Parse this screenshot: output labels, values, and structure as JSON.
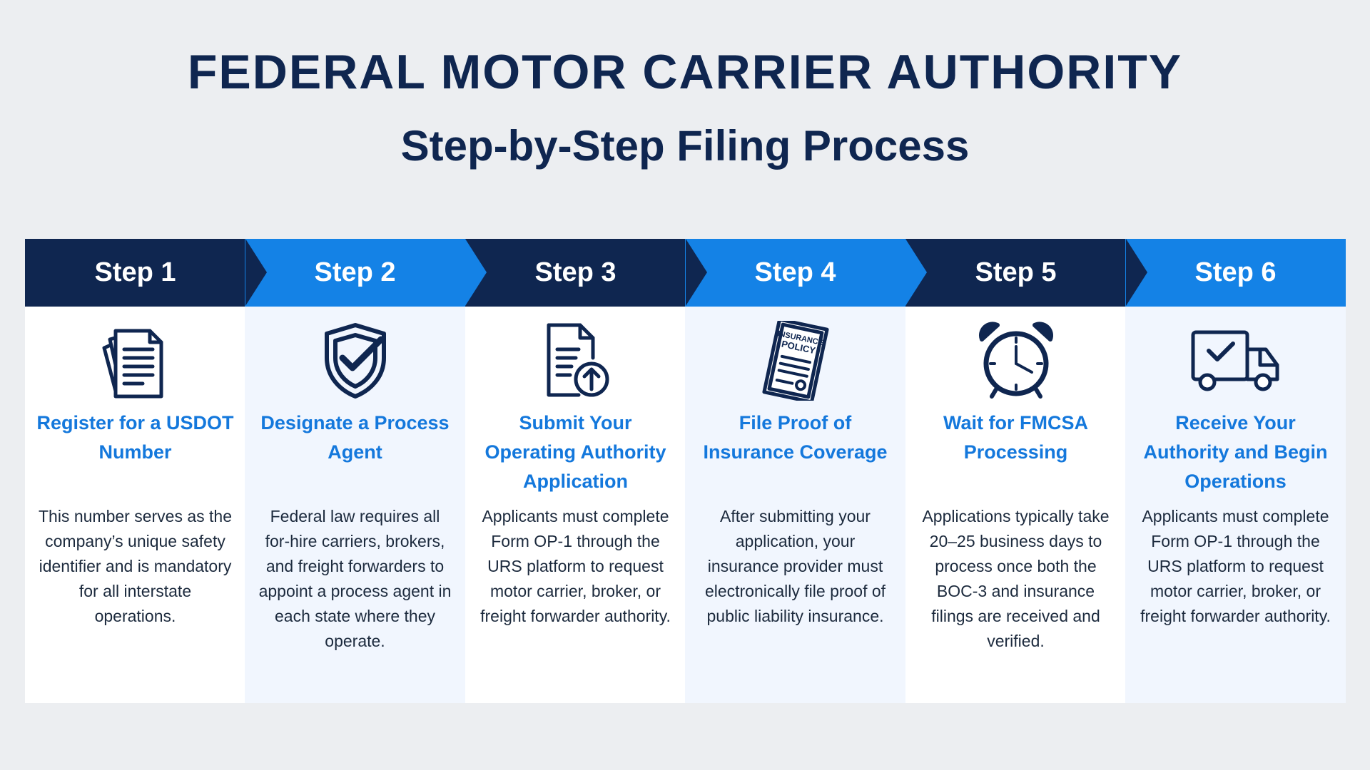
{
  "header": {
    "title": "FEDERAL MOTOR CARRIER AUTHORITY",
    "subtitle": "Step-by-Step Filing Process"
  },
  "colors": {
    "navy": "#0f2650",
    "blue": "#1482e6",
    "accent_text": "#1478dc",
    "background": "#eceef1"
  },
  "steps": [
    {
      "label": "Step 1",
      "icon": "documents-icon",
      "title": "Register for a USDOT Number",
      "description": "This number serves as the company’s unique safety identifier and is mandatory for all interstate operations."
    },
    {
      "label": "Step 2",
      "icon": "shield-check-icon",
      "title": "Designate a Process Agent",
      "description": "Federal law requires all for-hire carriers, brokers, and freight forwarders to appoint a process agent in each state where they operate."
    },
    {
      "label": "Step 3",
      "icon": "document-upload-icon",
      "title": "Submit Your Operating Authority Application",
      "description": "Applicants must complete Form OP-1 through the URS platform to request motor carrier, broker, or freight forwarder authority."
    },
    {
      "label": "Step 4",
      "icon": "insurance-policy-icon",
      "icon_text_1": "INSURANCE",
      "icon_text_2": "POLICY",
      "title": "File Proof of Insurance Coverage",
      "description": "After submitting your application, your insurance provider must electronically file proof of public liability insurance."
    },
    {
      "label": "Step 5",
      "icon": "alarm-clock-icon",
      "title": "Wait for FMCSA Processing",
      "description": "Applications typically take 20–25 business days to process once both the BOC-3 and insurance filings are received and verified."
    },
    {
      "label": "Step 6",
      "icon": "delivery-truck-check-icon",
      "title": "Receive Your Authority and Begin Operations",
      "description": "Applicants must complete Form OP-1 through the URS platform to request motor carrier, broker, or freight forwarder authority."
    }
  ]
}
